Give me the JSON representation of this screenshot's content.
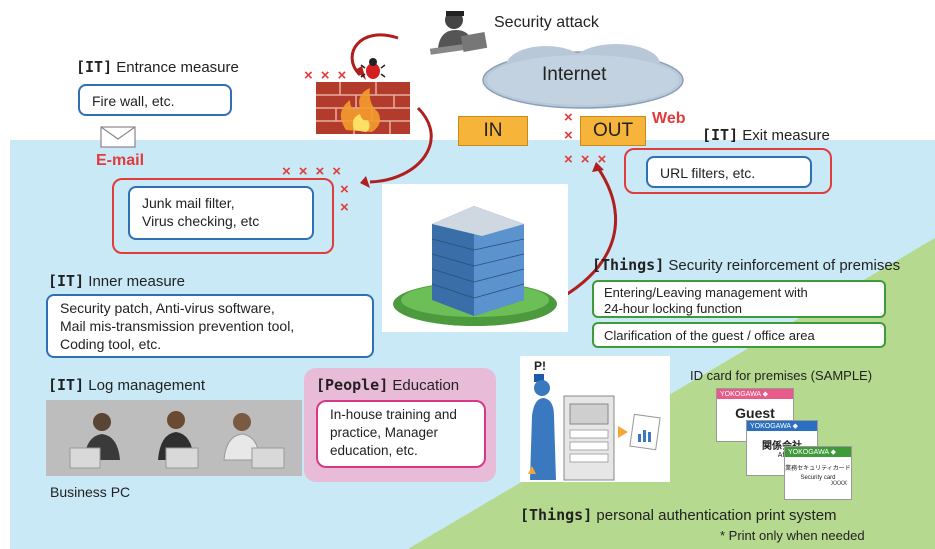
{
  "attack": {
    "label": "Security attack",
    "cloud": "Internet"
  },
  "flow": {
    "in": "IN",
    "out": "OUT",
    "web": "Web",
    "email": "E-mail"
  },
  "entrance": {
    "tag": "[IT]",
    "title": "Entrance measure",
    "box": "Fire wall, etc."
  },
  "junk": {
    "line1": "Junk mail filter,",
    "line2": "Virus checking, etc"
  },
  "exit": {
    "tag": "[IT]",
    "title": "Exit measure",
    "box": "URL filters, etc."
  },
  "inner": {
    "tag": "[IT]",
    "title": "Inner measure",
    "line1": "Security patch, Anti-virus software,",
    "line2": "Mail mis-transmission prevention tool,",
    "line3": "Coding tool, etc."
  },
  "log": {
    "tag": "[IT]",
    "title": "Log management",
    "caption": "Business PC"
  },
  "education": {
    "tag": "[People]",
    "title": "Education",
    "line1": "In-house training and",
    "line2": "practice, Manager",
    "line3": "education, etc."
  },
  "premises": {
    "tag": "[Things]",
    "title": "Security reinforcement of premises",
    "item1_line1": "Entering/Leaving management with",
    "item1_line2": "24-hour locking function",
    "item2": "Clarification of the guest / office area"
  },
  "idcard": {
    "title": "ID card for premises (SAMPLE)",
    "brand": "YOKOGAWA ◆",
    "guest": "Guest",
    "card2": "関係会社",
    "card2_sub": "Aff",
    "card3": "業務セキュリティカード",
    "card3_sub": "Security card",
    "card3_num": "XXXX"
  },
  "print": {
    "tag": "[Things]",
    "title": "personal authentication print system",
    "note": "* Print only when needed",
    "p_label": "P!"
  },
  "marks": {
    "x3": "×××",
    "x4": "××××",
    "x1": "×"
  },
  "colors": {
    "blue_area": "#c9e9f7",
    "green_area": "#b5d98f",
    "red": "#e23b3b",
    "blue_border": "#2f6fb3",
    "green_border": "#3f9a3a",
    "pink_border": "#d63a86",
    "orange": "#f7b43a"
  }
}
